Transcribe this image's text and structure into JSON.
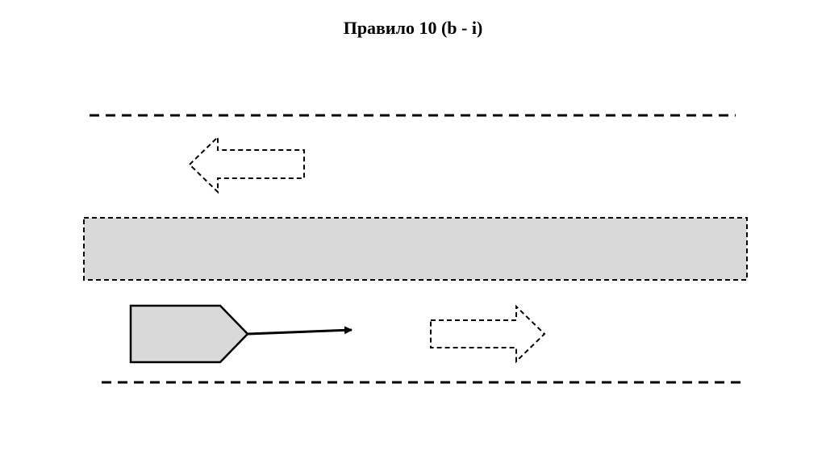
{
  "slide": {
    "title": "Правило 10 (b - i)"
  },
  "colors": {
    "stroke": "#000000",
    "separation_zone_fill": "#d9d9d9",
    "vessel_fill": "#d9d9d9",
    "background": "#ffffff"
  },
  "diagram": {
    "elements": [
      "lane-boundary-top",
      "lane-direction-arrow-left",
      "separation-zone",
      "vessel",
      "vessel-heading-arrow",
      "lane-direction-arrow-right",
      "lane-boundary-bottom"
    ]
  }
}
